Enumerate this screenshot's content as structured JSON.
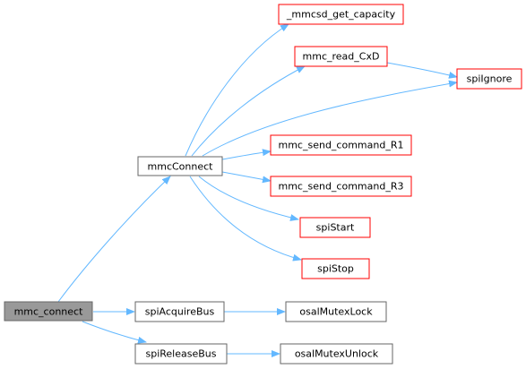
{
  "colors": {
    "edge": "#63b8ff",
    "node_border": "#666666",
    "node_border_red": "#ff0000",
    "node_fill": "#ffffff",
    "root_fill": "#999999"
  },
  "nodes": {
    "mmc_connect": {
      "label": "mmc_connect"
    },
    "mmcConnect": {
      "label": "mmcConnect"
    },
    "_mmcsd_get_capacity": {
      "label": "_mmcsd_get_capacity"
    },
    "mmc_read_CxD": {
      "label": "mmc_read_CxD"
    },
    "spiIgnore": {
      "label": "spiIgnore"
    },
    "mmc_send_command_R1": {
      "label": "mmc_send_command_R1"
    },
    "mmc_send_command_R3": {
      "label": "mmc_send_command_R3"
    },
    "spiStart": {
      "label": "spiStart"
    },
    "spiStop": {
      "label": "spiStop"
    },
    "spiAcquireBus": {
      "label": "spiAcquireBus"
    },
    "osalMutexLock": {
      "label": "osalMutexLock"
    },
    "spiReleaseBus": {
      "label": "spiReleaseBus"
    },
    "osalMutexUnlock": {
      "label": "osalMutexUnlock"
    }
  },
  "edges": [
    {
      "from": "mmc_connect",
      "to": "mmcConnect"
    },
    {
      "from": "mmc_connect",
      "to": "spiAcquireBus"
    },
    {
      "from": "mmc_connect",
      "to": "spiReleaseBus"
    },
    {
      "from": "mmcConnect",
      "to": "_mmcsd_get_capacity"
    },
    {
      "from": "mmcConnect",
      "to": "mmc_read_CxD"
    },
    {
      "from": "mmcConnect",
      "to": "spiIgnore"
    },
    {
      "from": "mmcConnect",
      "to": "mmc_send_command_R1"
    },
    {
      "from": "mmcConnect",
      "to": "mmc_send_command_R3"
    },
    {
      "from": "mmcConnect",
      "to": "spiStart"
    },
    {
      "from": "mmcConnect",
      "to": "spiStop"
    },
    {
      "from": "mmc_read_CxD",
      "to": "spiIgnore"
    },
    {
      "from": "spiAcquireBus",
      "to": "osalMutexLock"
    },
    {
      "from": "spiReleaseBus",
      "to": "osalMutexUnlock"
    }
  ]
}
